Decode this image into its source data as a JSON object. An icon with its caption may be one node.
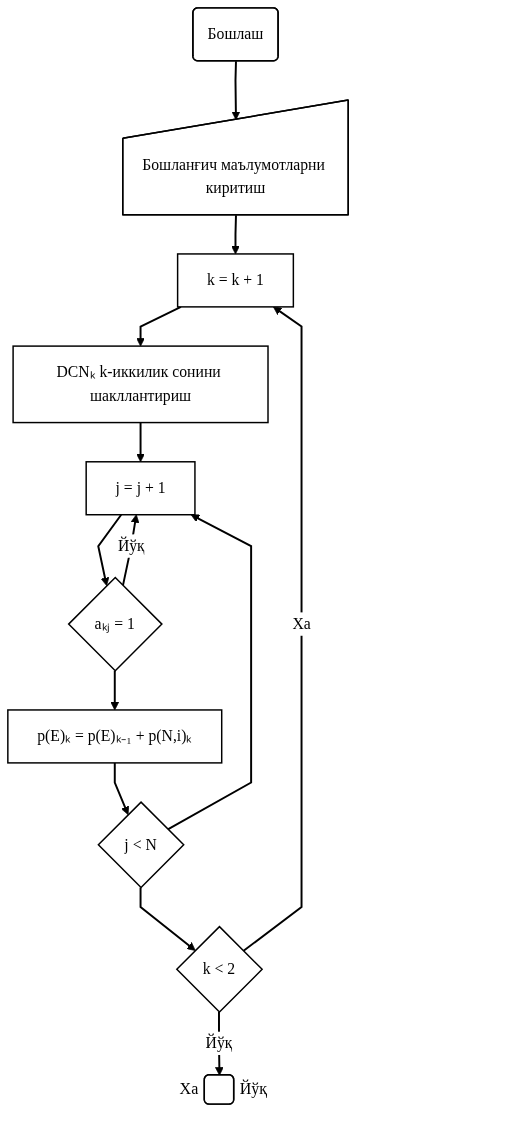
{
  "diagram": {
    "nodes": [
      {
        "text": [
          "Бошлаш"
        ]
      },
      {
        "text": [
          "Бошланғич маълумотларни киритиш"
        ]
      },
      {
        "text": [
          "k = k + 1"
        ]
      },
      {
        "text": [
          "DCNₖ k-иккилик сонини шакллантириш"
        ]
      },
      {
        "text": [
          "j = j + 1"
        ]
      },
      {
        "text": [
          "aₖⱼ = 1"
        ]
      },
      {
        "text": [
          "p(E)ₖ = p(E)ₖ₋₁ + p(N,i)ₖ"
        ]
      },
      {
        "text": [
          "j < N"
        ]
      },
      {
        "text": [
          "k < 2"
        ]
      },
      {
        "text": [],
        "shape": "box",
        "beside": [
          "Ха",
          "Йўқ"
        ]
      }
    ],
    "edges": [
      {
        "from": 0,
        "to": 1,
        "arrow": "to"
      },
      {
        "from": 1,
        "to": 2,
        "arrow": "to"
      },
      {
        "from": 2,
        "to": 3,
        "arrow": "to"
      },
      {
        "from": 3,
        "to": 4,
        "arrow": "to"
      },
      {
        "from": 4,
        "to": 5,
        "arrow": "to"
      },
      {
        "from": 5,
        "to": 4,
        "arrow": "to",
        "label": "Йўқ"
      },
      {
        "from": 5,
        "to": 6,
        "arrow": "to"
      },
      {
        "from": 6,
        "to": 7,
        "arrow": "to"
      },
      {
        "from": 7,
        "to": 4,
        "arrow": "to"
      },
      {
        "from": 7,
        "to": 8,
        "arrow": "to"
      },
      {
        "from": 8,
        "to": 2,
        "arrow": "to",
        "label": "Ха"
      },
      {
        "from": 8,
        "to": 9,
        "arrow": "to",
        "label": "Йўқ"
      }
    ]
  }
}
